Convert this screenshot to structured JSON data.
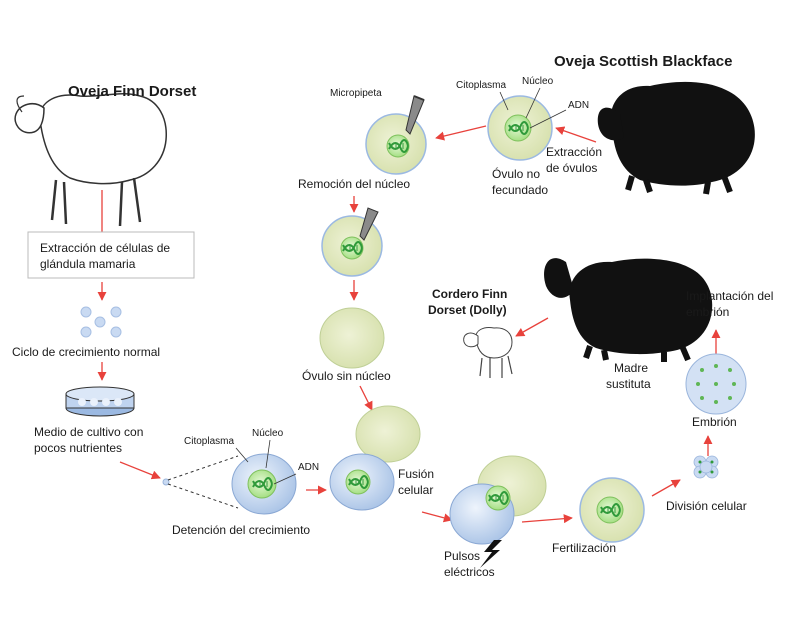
{
  "sheep": {
    "finn_dorset": "Oveja Finn Dorset",
    "scottish_blackface": "Oveja  Scottish Blackface",
    "lamb_line1": "Cordero Finn",
    "lamb_line2": "Dorset (Dolly)",
    "surrogate_line1": "Madre",
    "surrogate_line2": "sustituta"
  },
  "steps": {
    "mammary_line1": "Extracción de células de",
    "mammary_line2": "glándula mamaria",
    "growth_cycle": "Ciclo de crecimiento normal",
    "culture_line1": "Medio de cultivo con",
    "culture_line2": "pocos nutrientes",
    "growth_arrest": "Detención del crecimiento",
    "micropipette": "Micropipeta",
    "nucleus_removal": "Remoción del núcleo",
    "enucleated_ovum": "Óvulo sin núcleo",
    "unfertilized_line1": "Óvulo no",
    "unfertilized_line2": "fecundado",
    "egg_extraction_line1": "Extracción",
    "egg_extraction_line2": "de óvulos",
    "fusion_line1": "Fusión",
    "fusion_line2": "celular",
    "pulses_line1": "Pulsos",
    "pulses_line2": "eléctricos",
    "fertilization": "Fertilización",
    "cell_division": "División celular",
    "embryo": "Embrión",
    "implant_line1": "Implantación del",
    "implant_line2": "embrión"
  },
  "cell_labels": {
    "cytoplasm_top": "Citoplasma",
    "nucleus_top": "Núcleo",
    "dna_top": "ADN",
    "cytoplasm_bottom": "Citoplasma",
    "nucleus_bottom": "Núcleo",
    "dna_bottom": "ADN"
  },
  "colors": {
    "arrow": "#e8423c",
    "cytoplasm_fill": "#dfe8c0",
    "cell_blue": "#c4d6ee",
    "nucleus_green": "#a9e28a",
    "dna_green": "#2f9a3a"
  }
}
